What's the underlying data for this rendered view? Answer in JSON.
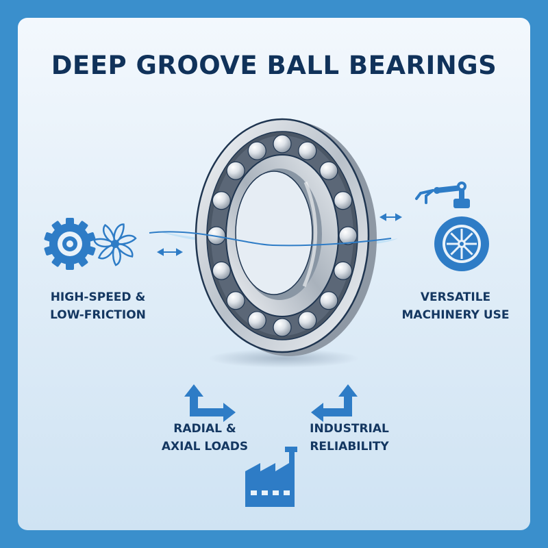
{
  "title": "DEEP GROOVE BALL BEARINGS",
  "features": {
    "speed": {
      "line1": "HIGH-SPEED &",
      "line2": "LOW-FRICTION",
      "icon": "gear-fan-icon"
    },
    "versatile": {
      "line1": "VERSATILE",
      "line2": "MACHINERY USE",
      "icon": "robot-arm-wheel-icon"
    },
    "radial": {
      "line1": "RADIAL &",
      "line2": "AXIAL LOADS",
      "icon": "arrow-up-right-icon"
    },
    "industrial": {
      "line1": "INDUSTRIAL",
      "line2": "RELIABILITY",
      "icon": "factory-icon"
    }
  },
  "colors": {
    "frame": "#3a8fcc",
    "title": "#10325a",
    "icon": "#2e7cc6",
    "steel": "#c9d0d8"
  }
}
